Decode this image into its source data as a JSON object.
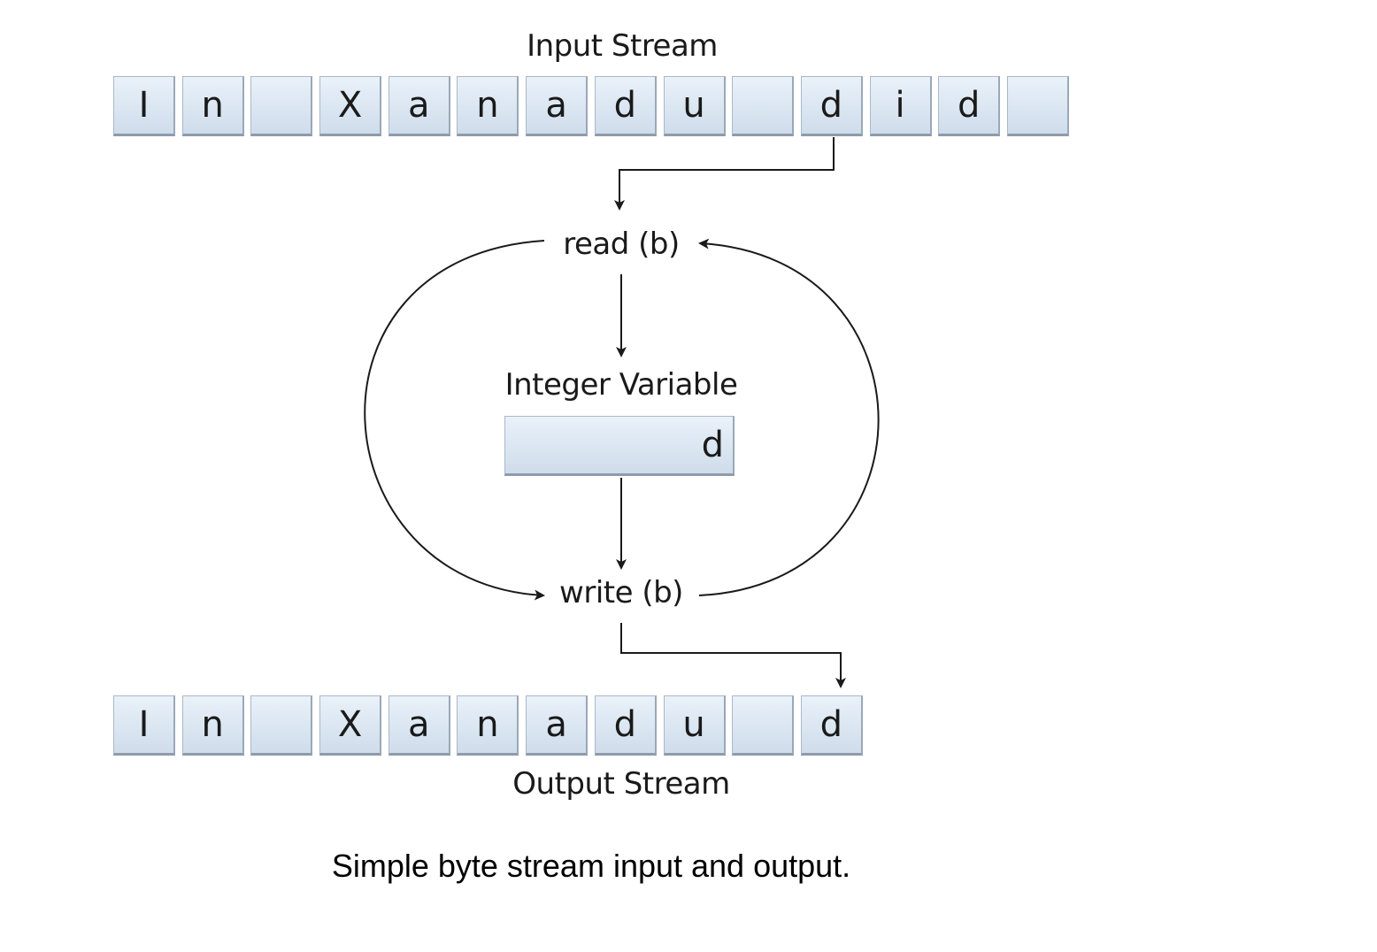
{
  "input_stream": {
    "label": "Input Stream",
    "cells": [
      "I",
      "n",
      "",
      "X",
      "a",
      "n",
      "a",
      "d",
      "u",
      "",
      "d",
      "i",
      "d",
      ""
    ]
  },
  "loop": {
    "read_label": "read (b)",
    "write_label": "write (b)"
  },
  "variable": {
    "label": "Integer Variable",
    "value": "d"
  },
  "output_stream": {
    "label": "Output Stream",
    "cells": [
      "I",
      "n",
      "",
      "X",
      "a",
      "n",
      "a",
      "d",
      "u",
      "",
      "d"
    ]
  },
  "caption": "Simple byte stream input and output."
}
